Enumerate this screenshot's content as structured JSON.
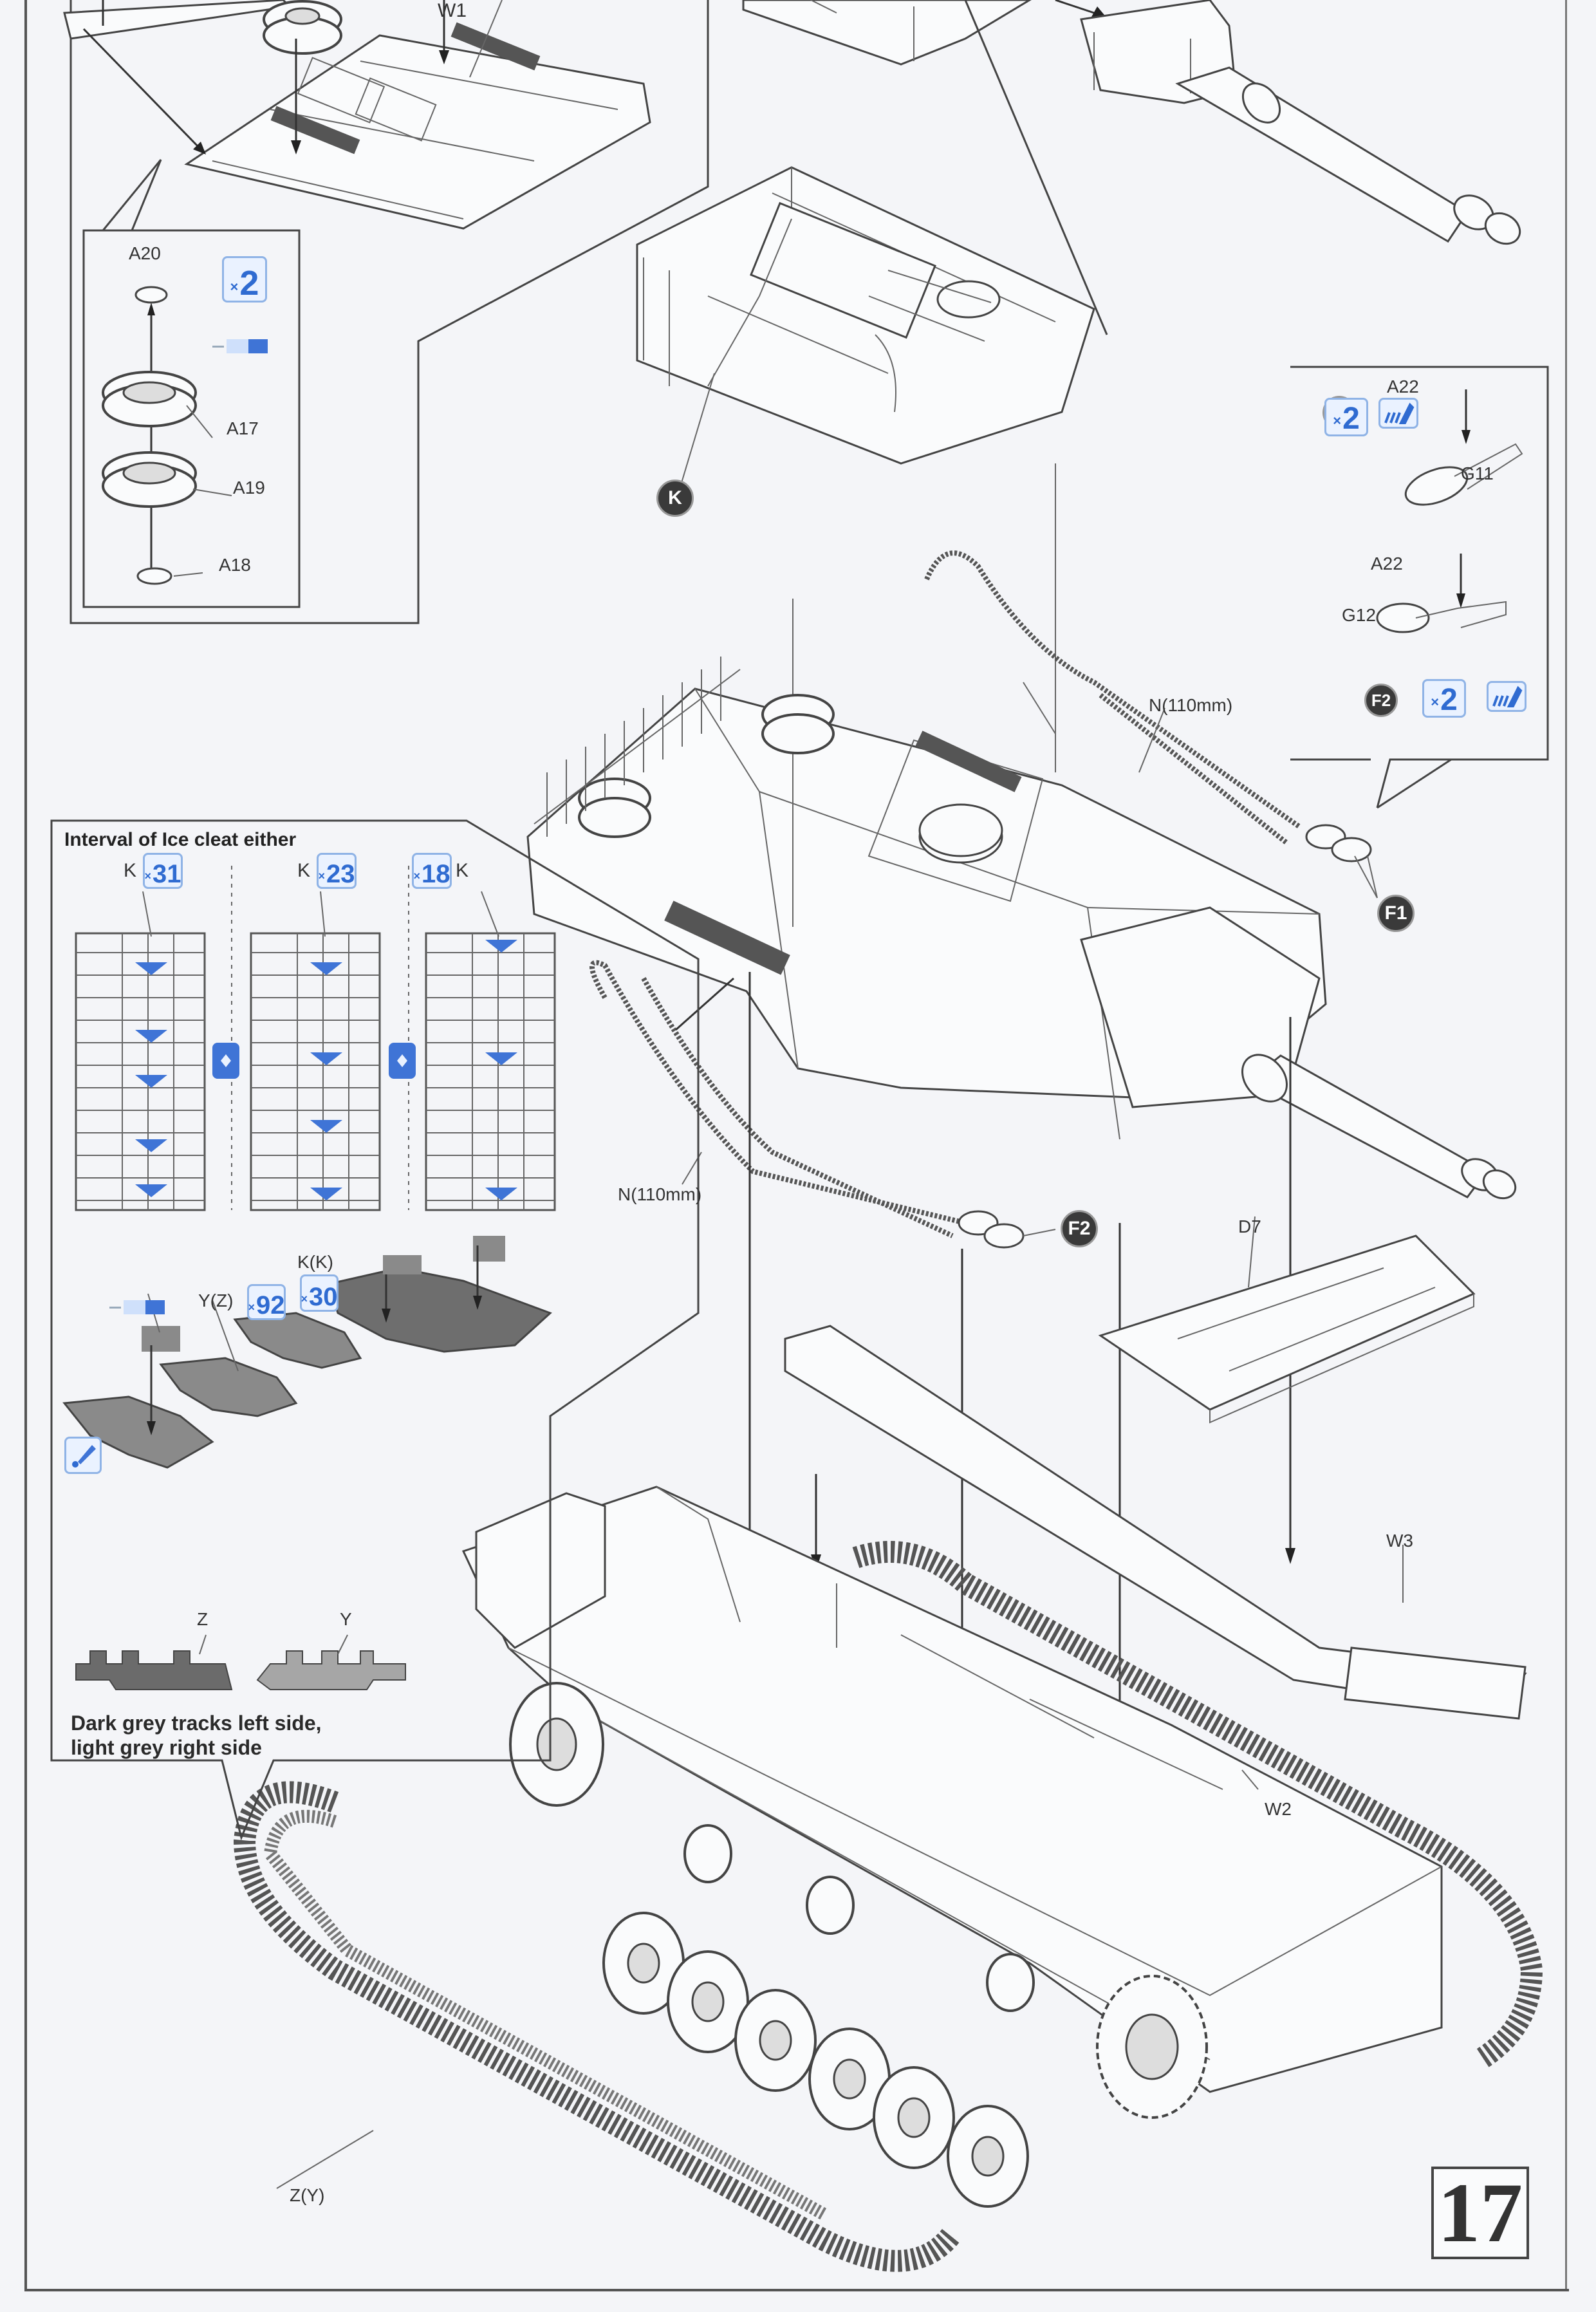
{
  "step": {
    "number": "17"
  },
  "top_left_inset": {
    "part_label": "W1",
    "detail": {
      "quantity": "2",
      "parts": [
        "A20",
        "A17",
        "A19",
        "A18"
      ]
    }
  },
  "subassembly_K": {
    "marker": "K"
  },
  "side_callout": {
    "sub_a": {
      "marker": "F1",
      "quantity": "2",
      "parts": [
        "A22",
        "G11"
      ]
    },
    "sub_b": {
      "marker": "F2",
      "quantity": "2",
      "parts": [
        "A22",
        "G12"
      ]
    }
  },
  "upper_hull": {
    "cable_label_right": "N(110mm)",
    "cable_label_left": "N(110mm)",
    "marker_f1": "F1",
    "marker_f2": "F2"
  },
  "ice_cleat_callout": {
    "title": "Interval of Ice cleat either",
    "options": [
      {
        "part": "K",
        "quantity": "31"
      },
      {
        "part": "K",
        "quantity": "23"
      },
      {
        "part": "K",
        "quantity": "18"
      }
    ],
    "track_assembly": {
      "cleat_label": "K(K)",
      "cleat_quantity": "30",
      "link_label": "Y(Z)",
      "link_quantity": "92"
    },
    "track_types": [
      "Z",
      "Y"
    ],
    "note_line1": "Dark grey tracks left side,",
    "note_line2": "light grey right side"
  },
  "lower_hull": {
    "plate_label": "D7",
    "rear_label": "W3",
    "deck_label": "W2",
    "track_label": "Z(Y)"
  },
  "colors": {
    "accent_blue": "#2f6bd1",
    "icon_bg": "#eaf2ff",
    "marker_dark": "#3a3a3a"
  }
}
